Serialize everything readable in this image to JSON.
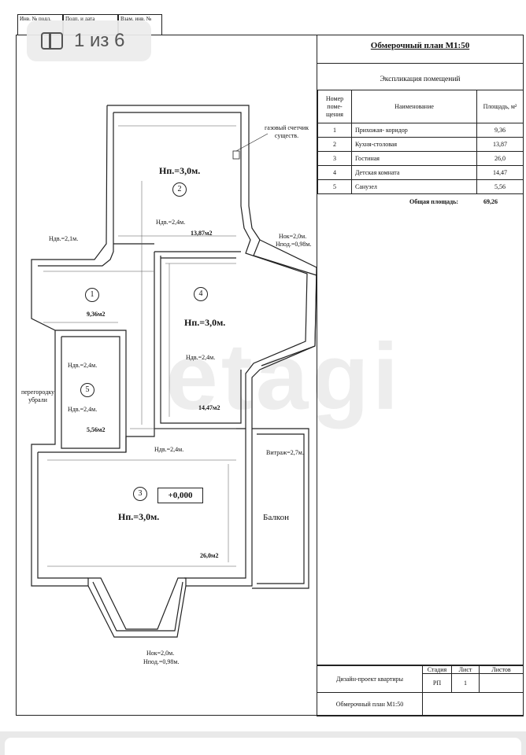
{
  "gallery": {
    "counter": "1 из 6",
    "icon": "gallery-icon"
  },
  "stamp_tabs": [
    "Инв. № подл.",
    "Подп. и дата",
    "Взам. инв. №"
  ],
  "plan_title": "Обмерочный план М1:50",
  "explication": {
    "title": "Экспликация помещений",
    "headers": {
      "num": "Номер поме-щения",
      "name": "Наименование",
      "area": "Площадь, м²"
    },
    "rows": [
      {
        "num": "1",
        "name": "Прихожая- коридор",
        "area": "9,36"
      },
      {
        "num": "2",
        "name": "Кухня-столовая",
        "area": "13,87"
      },
      {
        "num": "3",
        "name": "Гостиная",
        "area": "26,0"
      },
      {
        "num": "4",
        "name": "Детская комната",
        "area": "14,47"
      },
      {
        "num": "5",
        "name": "Санузел",
        "area": "5,56"
      }
    ],
    "total_label": "Общая площадь:",
    "total_value": "69,26"
  },
  "plan": {
    "gas_meter": "газовый счетчик существ.",
    "room_numbers": [
      "1",
      "2",
      "3",
      "4",
      "5"
    ],
    "height_2": "Нп.=3,0м.",
    "height_4": "Нп.=3,0м.",
    "height_3": "Нп.=3,0м.",
    "area_1": "9,36м2",
    "area_2": "13,87м2",
    "area_3": "26,0м2",
    "area_4": "14,47м2",
    "area_5": "5,56м2",
    "door_21": "Ндв.=2,1м.",
    "door_24_a": "Ндв.=2,4м.",
    "door_24_b": "Ндв.=2,4м.",
    "door_24_c": "Ндв.=2,4м.",
    "door_24_d": "Ндв.=2,4м.",
    "door_24_e": "Ндв.=2,4м.",
    "window_top_1": "Нок=2,0м.",
    "window_top_2": "Нпод.=0,98м.",
    "window_bottom_1": "Нок=2,0м.",
    "window_bottom_2": "Нпод.=0,98м.",
    "partition_note": "перегородку убрали",
    "level": "+0,000",
    "stained_glass": "Витраж=2,7м.",
    "balcony": "Балкон",
    "watermark": "etagi"
  },
  "titleblock": {
    "project": "Дизайн-проект квартиры",
    "stage_h": "Стадия",
    "sheet_h": "Лист",
    "sheets_h": "Листов",
    "stage": "РП",
    "sheet": "1",
    "sheets": "",
    "drawing": "Обмерочный план М1:50"
  }
}
